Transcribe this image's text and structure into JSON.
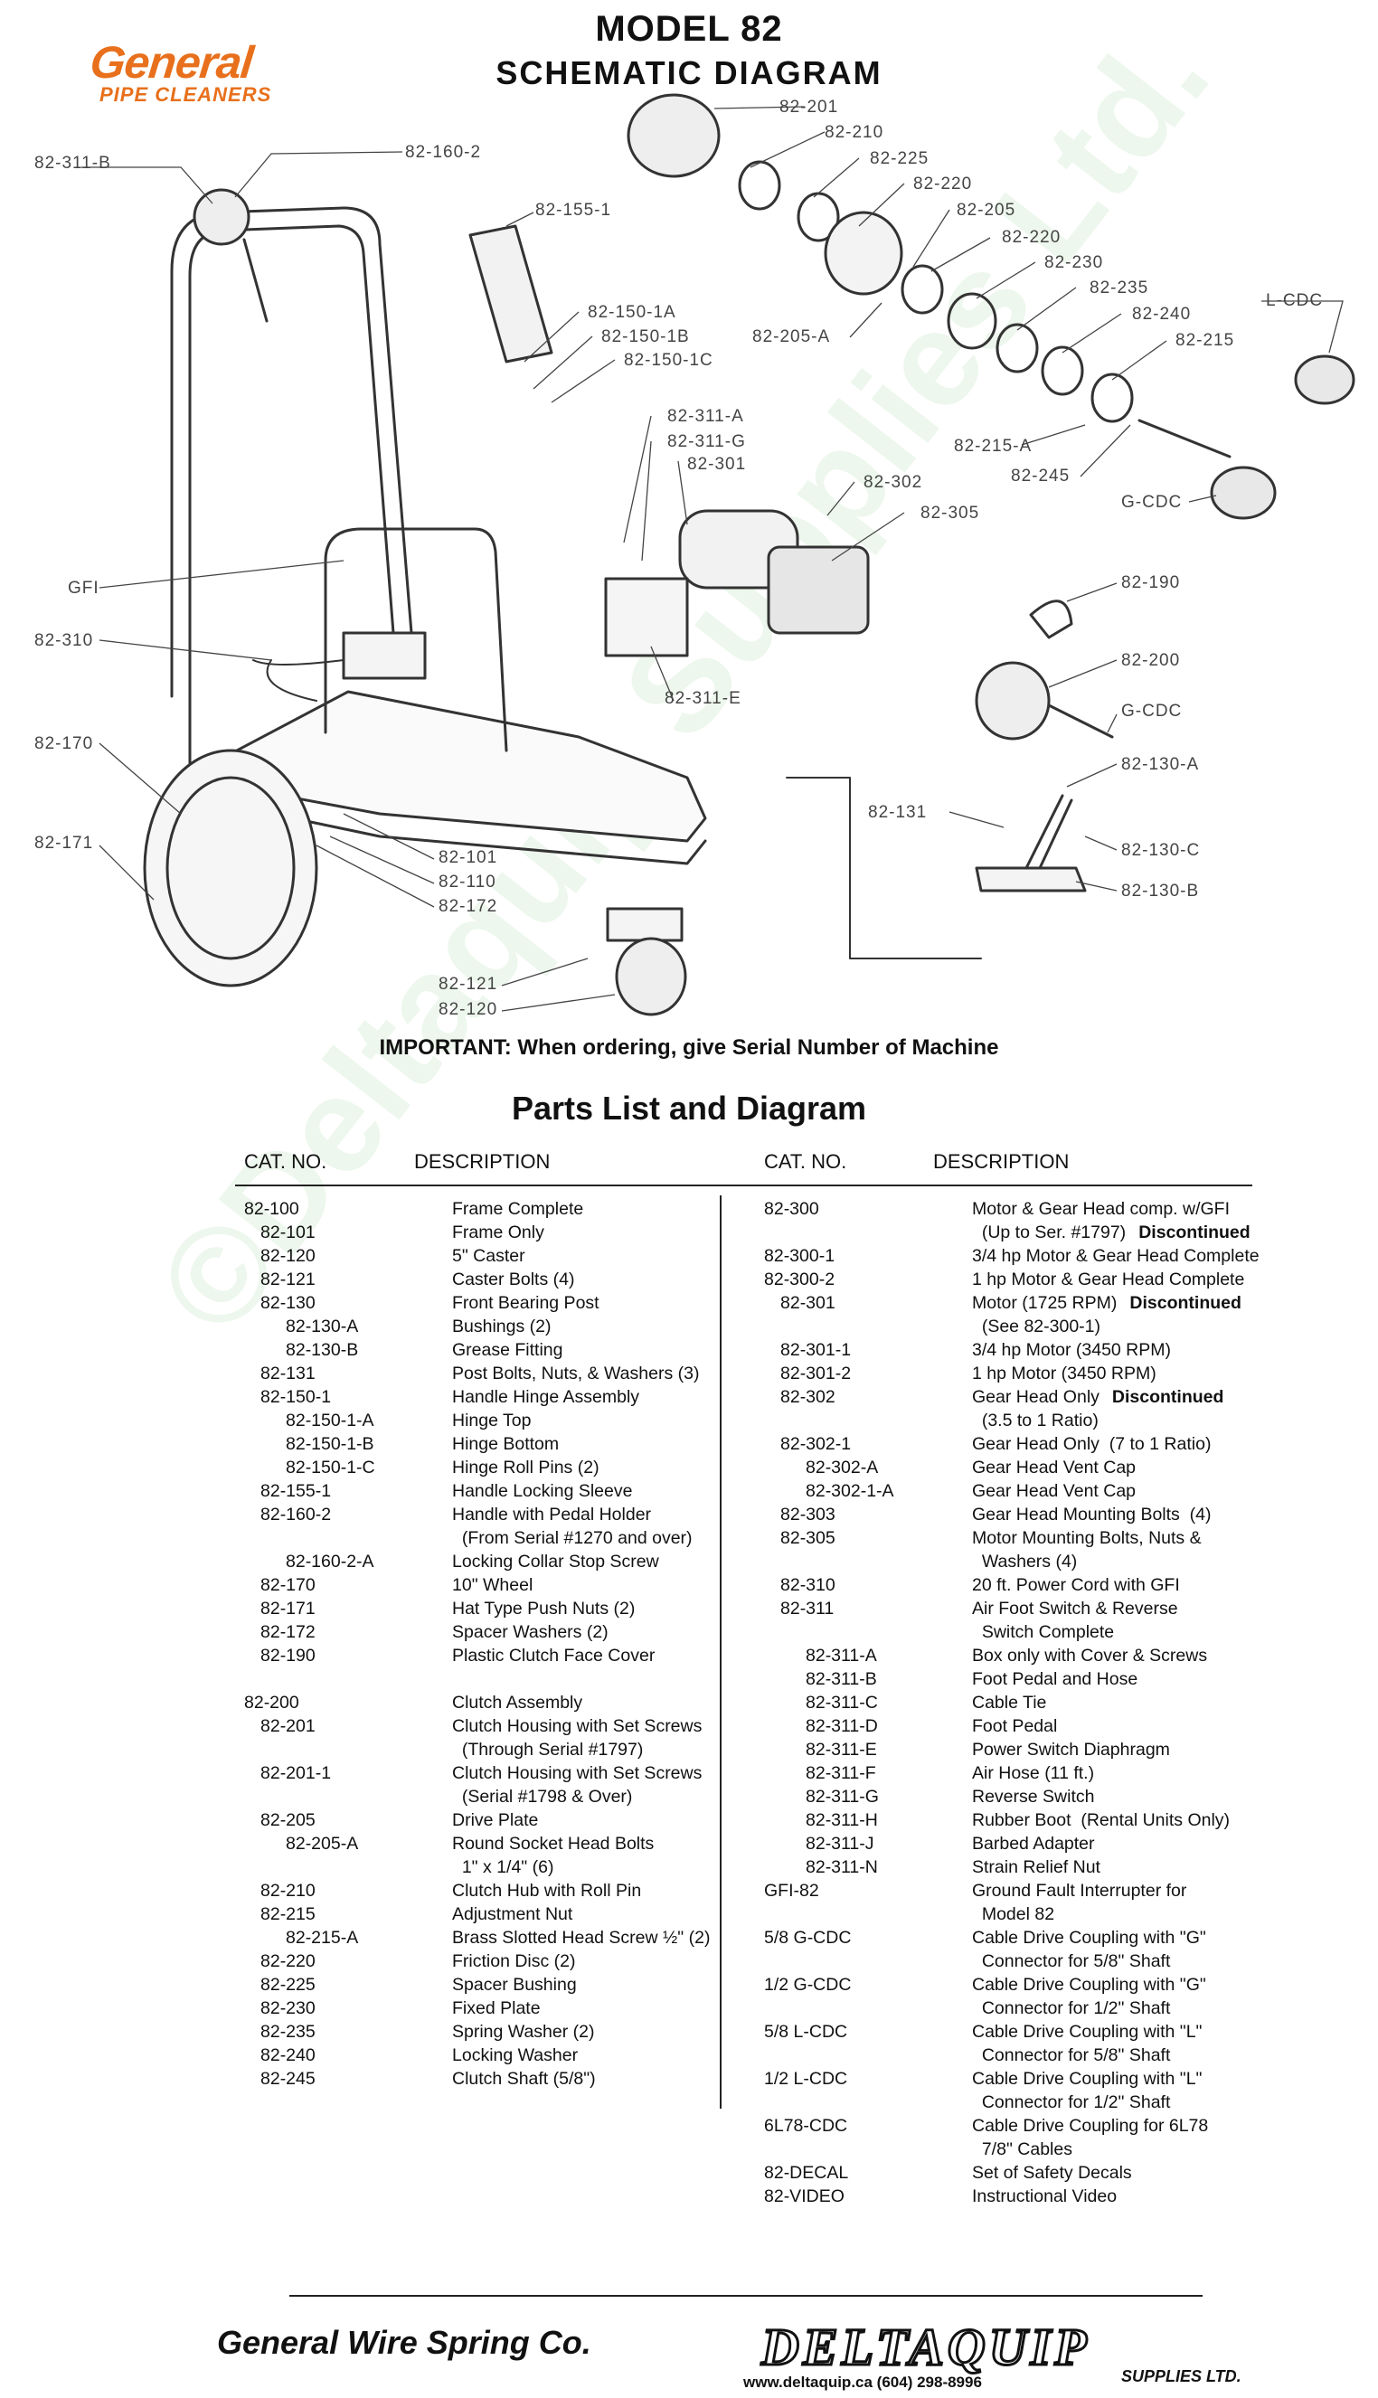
{
  "brand": {
    "name": "General",
    "tagline": "PIPE CLEANERS"
  },
  "title": {
    "line1": "MODEL 82",
    "line2": "SCHEMATIC DIAGRAM"
  },
  "callouts": [
    {
      "id": "c1",
      "text": "82-311-B"
    },
    {
      "id": "c2",
      "text": "82-160-2"
    },
    {
      "id": "c3",
      "text": "82-155-1"
    },
    {
      "id": "c4",
      "text": "82-201"
    },
    {
      "id": "c5",
      "text": "82-210"
    },
    {
      "id": "c6",
      "text": "82-225"
    },
    {
      "id": "c7",
      "text": "82-220"
    },
    {
      "id": "c8",
      "text": "82-205"
    },
    {
      "id": "c9",
      "text": "82-220"
    },
    {
      "id": "c10",
      "text": "82-230"
    },
    {
      "id": "c11",
      "text": "82-235"
    },
    {
      "id": "c12",
      "text": "82-240"
    },
    {
      "id": "c13",
      "text": "82-215"
    },
    {
      "id": "c14",
      "text": "L-CDC"
    },
    {
      "id": "c15",
      "text": "82-205-A"
    },
    {
      "id": "c16",
      "text": "82-150-1A"
    },
    {
      "id": "c17",
      "text": "82-150-1B"
    },
    {
      "id": "c18",
      "text": "82-150-1C"
    },
    {
      "id": "c19",
      "text": "82-215-A"
    },
    {
      "id": "c20",
      "text": "82-245"
    },
    {
      "id": "c21",
      "text": "G-CDC"
    },
    {
      "id": "c22",
      "text": "82-311-A"
    },
    {
      "id": "c23",
      "text": "82-311-G"
    },
    {
      "id": "c24",
      "text": "82-301"
    },
    {
      "id": "c25",
      "text": "82-302"
    },
    {
      "id": "c26",
      "text": "82-305"
    },
    {
      "id": "c27",
      "text": "GFI"
    },
    {
      "id": "c28",
      "text": "82-310"
    },
    {
      "id": "c29",
      "text": "82-190"
    },
    {
      "id": "c30",
      "text": "82-200"
    },
    {
      "id": "c31",
      "text": "G-CDC"
    },
    {
      "id": "c32",
      "text": "82-311-E"
    },
    {
      "id": "c33",
      "text": "82-170"
    },
    {
      "id": "c34",
      "text": "82-130-A"
    },
    {
      "id": "c35",
      "text": "82-131"
    },
    {
      "id": "c36",
      "text": "82-130-C"
    },
    {
      "id": "c37",
      "text": "82-130-B"
    },
    {
      "id": "c38",
      "text": "82-171"
    },
    {
      "id": "c39",
      "text": "82-101"
    },
    {
      "id": "c40",
      "text": "82-110"
    },
    {
      "id": "c41",
      "text": "82-172"
    },
    {
      "id": "c42",
      "text": "82-121"
    },
    {
      "id": "c43",
      "text": "82-120"
    }
  ],
  "important_note": "IMPORTANT: When ordering, give Serial Number of Machine",
  "parts_title": "Parts List and Diagram",
  "headers": {
    "cat": "CAT. NO.",
    "desc": "DESCRIPTION"
  },
  "left_parts": [
    {
      "cat": "82-100",
      "indent": 0,
      "desc": "Frame Complete"
    },
    {
      "cat": "82-101",
      "indent": 1,
      "desc": "Frame Only"
    },
    {
      "cat": "82-120",
      "indent": 1,
      "desc": "5\" Caster"
    },
    {
      "cat": "82-121",
      "indent": 1,
      "desc": "Caster Bolts (4)"
    },
    {
      "cat": "82-130",
      "indent": 1,
      "desc": "Front Bearing Post"
    },
    {
      "cat": "82-130-A",
      "indent": 2,
      "desc": "Bushings (2)"
    },
    {
      "cat": "82-130-B",
      "indent": 2,
      "desc": "Grease Fitting"
    },
    {
      "cat": "82-131",
      "indent": 1,
      "desc": "Post Bolts, Nuts, & Washers (3)"
    },
    {
      "cat": "82-150-1",
      "indent": 1,
      "desc": "Handle Hinge Assembly"
    },
    {
      "cat": "82-150-1-A",
      "indent": 2,
      "desc": "Hinge Top"
    },
    {
      "cat": "82-150-1-B",
      "indent": 2,
      "desc": "Hinge Bottom"
    },
    {
      "cat": "82-150-1-C",
      "indent": 2,
      "desc": "Hinge Roll Pins (2)"
    },
    {
      "cat": "82-155-1",
      "indent": 1,
      "desc": "Handle Locking Sleeve"
    },
    {
      "cat": "82-160-2",
      "indent": 1,
      "desc": "Handle with Pedal Holder"
    },
    {
      "cat": "",
      "indent": 1,
      "desc": "  (From Serial #1270 and over)"
    },
    {
      "cat": "82-160-2-A",
      "indent": 2,
      "desc": "Locking Collar Stop Screw"
    },
    {
      "cat": "82-170",
      "indent": 1,
      "desc": "10\" Wheel"
    },
    {
      "cat": "82-171",
      "indent": 1,
      "desc": "Hat Type Push Nuts (2)"
    },
    {
      "cat": "82-172",
      "indent": 1,
      "desc": "Spacer Washers (2)"
    },
    {
      "cat": "82-190",
      "indent": 1,
      "desc": "Plastic Clutch Face Cover"
    },
    {
      "cat": "",
      "indent": 0,
      "desc": ""
    },
    {
      "cat": "82-200",
      "indent": 0,
      "desc": "Clutch Assembly"
    },
    {
      "cat": "82-201",
      "indent": 1,
      "desc": "Clutch Housing with Set Screws"
    },
    {
      "cat": "",
      "indent": 1,
      "desc": "  (Through Serial #1797)"
    },
    {
      "cat": "82-201-1",
      "indent": 1,
      "desc": "Clutch Housing with Set Screws"
    },
    {
      "cat": "",
      "indent": 1,
      "desc": "  (Serial #1798 & Over)"
    },
    {
      "cat": "82-205",
      "indent": 1,
      "desc": "Drive Plate"
    },
    {
      "cat": "82-205-A",
      "indent": 2,
      "desc": "Round Socket Head Bolts"
    },
    {
      "cat": "",
      "indent": 1,
      "desc": "  1\" x 1/4\" (6)"
    },
    {
      "cat": "82-210",
      "indent": 1,
      "desc": "Clutch Hub with Roll Pin"
    },
    {
      "cat": "82-215",
      "indent": 1,
      "desc": "Adjustment Nut"
    },
    {
      "cat": "82-215-A",
      "indent": 2,
      "desc": "Brass Slotted Head Screw ½\" (2)"
    },
    {
      "cat": "82-220",
      "indent": 1,
      "desc": "Friction Disc (2)"
    },
    {
      "cat": "82-225",
      "indent": 1,
      "desc": "Spacer Bushing"
    },
    {
      "cat": "82-230",
      "indent": 1,
      "desc": "Fixed Plate"
    },
    {
      "cat": "82-235",
      "indent": 1,
      "desc": "Spring Washer (2)"
    },
    {
      "cat": "82-240",
      "indent": 1,
      "desc": "Locking Washer"
    },
    {
      "cat": "82-245",
      "indent": 1,
      "desc": "Clutch Shaft (5/8\")"
    }
  ],
  "right_parts": [
    {
      "cat": "82-300",
      "indent": 0,
      "desc": "Motor & Gear Head comp. w/GFI",
      "extra": ""
    },
    {
      "cat": "",
      "indent": 0,
      "desc": "  (Up to Ser. #1797)",
      "extra": "Discontinued"
    },
    {
      "cat": "82-300-1",
      "indent": 0,
      "desc": "3/4 hp Motor & Gear Head Complete",
      "extra": ""
    },
    {
      "cat": "82-300-2",
      "indent": 0,
      "desc": "1 hp Motor & Gear Head Complete",
      "extra": ""
    },
    {
      "cat": "82-301",
      "indent": 1,
      "desc": "Motor (1725 RPM)",
      "extra": "Discontinued"
    },
    {
      "cat": "",
      "indent": 1,
      "desc": "  (See 82-300-1)",
      "extra": ""
    },
    {
      "cat": "82-301-1",
      "indent": 1,
      "desc": "3/4 hp Motor (3450 RPM)",
      "extra": ""
    },
    {
      "cat": "82-301-2",
      "indent": 1,
      "desc": "1 hp Motor (3450 RPM)",
      "extra": ""
    },
    {
      "cat": "82-302",
      "indent": 1,
      "desc": "Gear Head Only",
      "extra": "Discontinued"
    },
    {
      "cat": "",
      "indent": 1,
      "desc": "  (3.5 to 1 Ratio)",
      "extra": ""
    },
    {
      "cat": "82-302-1",
      "indent": 1,
      "desc": "Gear Head Only  (7 to 1 Ratio)",
      "extra": ""
    },
    {
      "cat": "82-302-A",
      "indent": 2,
      "desc": "Gear Head Vent Cap",
      "extra": ""
    },
    {
      "cat": "82-302-1-A",
      "indent": 2,
      "desc": "Gear Head Vent Cap",
      "extra": ""
    },
    {
      "cat": "82-303",
      "indent": 1,
      "desc": "Gear Head Mounting Bolts  (4)",
      "extra": ""
    },
    {
      "cat": "82-305",
      "indent": 1,
      "desc": "Motor Mounting Bolts, Nuts &",
      "extra": ""
    },
    {
      "cat": "",
      "indent": 1,
      "desc": "  Washers (4)",
      "extra": ""
    },
    {
      "cat": "82-310",
      "indent": 1,
      "desc": "20 ft. Power Cord with GFI",
      "extra": ""
    },
    {
      "cat": "82-311",
      "indent": 1,
      "desc": "Air Foot Switch & Reverse",
      "extra": ""
    },
    {
      "cat": "",
      "indent": 1,
      "desc": "  Switch Complete",
      "extra": ""
    },
    {
      "cat": "82-311-A",
      "indent": 2,
      "desc": "Box only with Cover & Screws",
      "extra": ""
    },
    {
      "cat": "82-311-B",
      "indent": 2,
      "desc": "Foot Pedal and Hose",
      "extra": ""
    },
    {
      "cat": "82-311-C",
      "indent": 2,
      "desc": "Cable Tie",
      "extra": ""
    },
    {
      "cat": "82-311-D",
      "indent": 2,
      "desc": "Foot Pedal",
      "extra": ""
    },
    {
      "cat": "82-311-E",
      "indent": 2,
      "desc": "Power Switch Diaphragm",
      "extra": ""
    },
    {
      "cat": "82-311-F",
      "indent": 2,
      "desc": "Air Hose (11 ft.)",
      "extra": ""
    },
    {
      "cat": "82-311-G",
      "indent": 2,
      "desc": "Reverse Switch",
      "extra": ""
    },
    {
      "cat": "82-311-H",
      "indent": 2,
      "desc": "Rubber Boot  (Rental Units Only)",
      "extra": ""
    },
    {
      "cat": "82-311-J",
      "indent": 2,
      "desc": "Barbed Adapter",
      "extra": ""
    },
    {
      "cat": "82-311-N",
      "indent": 2,
      "desc": "Strain Relief Nut",
      "extra": ""
    },
    {
      "cat": "GFI-82",
      "indent": 0,
      "desc": "Ground Fault Interrupter for",
      "extra": ""
    },
    {
      "cat": "",
      "indent": 0,
      "desc": "  Model 82",
      "extra": ""
    },
    {
      "cat": "5/8 G-CDC",
      "indent": 0,
      "desc": "Cable Drive Coupling with \"G\"",
      "extra": ""
    },
    {
      "cat": "",
      "indent": 0,
      "desc": "  Connector for 5/8\" Shaft",
      "extra": ""
    },
    {
      "cat": "1/2 G-CDC",
      "indent": 0,
      "desc": "Cable Drive Coupling with \"G\"",
      "extra": ""
    },
    {
      "cat": "",
      "indent": 0,
      "desc": "  Connector for 1/2\" Shaft",
      "extra": ""
    },
    {
      "cat": "5/8 L-CDC",
      "indent": 0,
      "desc": "Cable Drive Coupling with \"L\"",
      "extra": ""
    },
    {
      "cat": "",
      "indent": 0,
      "desc": "  Connector for 5/8\" Shaft",
      "extra": ""
    },
    {
      "cat": "1/2 L-CDC",
      "indent": 0,
      "desc": "Cable Drive Coupling with \"L\"",
      "extra": ""
    },
    {
      "cat": "",
      "indent": 0,
      "desc": "  Connector for 1/2\" Shaft",
      "extra": ""
    },
    {
      "cat": "6L78-CDC",
      "indent": 0,
      "desc": "Cable Drive Coupling for 6L78",
      "extra": ""
    },
    {
      "cat": "",
      "indent": 0,
      "desc": "  7/8\" Cables",
      "extra": ""
    },
    {
      "cat": "82-DECAL",
      "indent": 0,
      "desc": "Set of Safety Decals",
      "extra": ""
    },
    {
      "cat": "82-VIDEO",
      "indent": 0,
      "desc": "Instructional Video",
      "extra": ""
    }
  ],
  "footer": {
    "company": "General Wire Spring Co.",
    "distributor": "DELTAQUIP",
    "distributor_sub": "SUPPLIES LTD.",
    "contact": "www.deltaquip.ca    (604) 298-8996"
  },
  "watermark": "©Deltaquip Supplies Ltd.",
  "colors": {
    "brand_orange": "#e8701c",
    "watermark_green": "#3caa3c"
  }
}
